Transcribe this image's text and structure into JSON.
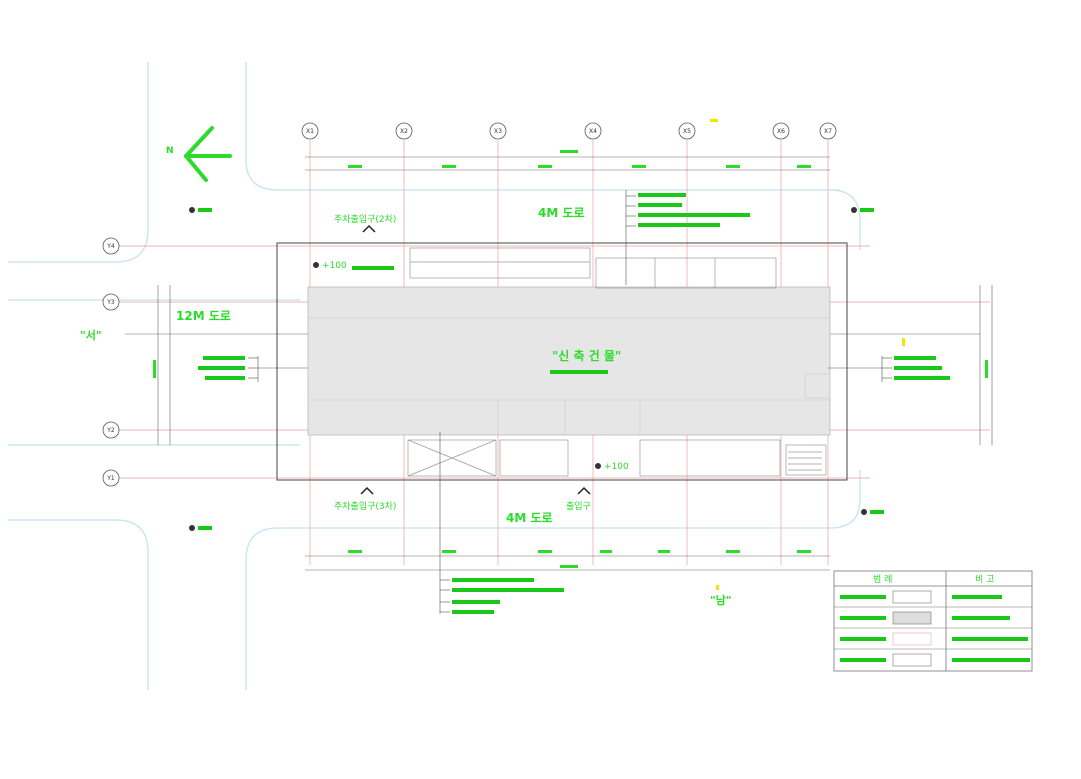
{
  "colors": {
    "background": "#ffffff",
    "road_edge": "#cfe6f2",
    "grid_line": "#e5a3a3",
    "dimension": "#6b6b6b",
    "label_green": "#2bdc2b",
    "accent_yellow": "#f2e600",
    "building_fill": "#e6e6e6",
    "leader_text": "#19c819"
  },
  "grid": {
    "x_labels": [
      "X1",
      "X2",
      "X3",
      "X4",
      "X5",
      "X6",
      "X7"
    ],
    "y_labels": [
      "Y4",
      "Y3",
      "Y2",
      "Y1"
    ]
  },
  "roads": {
    "north_road": "4M 도로",
    "south_road": "4M 도로",
    "west_road": "12M 도로"
  },
  "building": {
    "name": "\"신 축 건 물\"",
    "level_top": "+100",
    "level_bottom": "+100"
  },
  "entrances": {
    "parking_entry_north": "주차출입구(2차)",
    "parking_entry_south": "주차출입구(3차)",
    "main_entry": "출입구"
  },
  "compass": {
    "north_marker": "N",
    "west_marker": "\"서\"",
    "south_marker": "\"남\""
  },
  "legend": {
    "headers": [
      "범 례",
      "비 고"
    ]
  }
}
